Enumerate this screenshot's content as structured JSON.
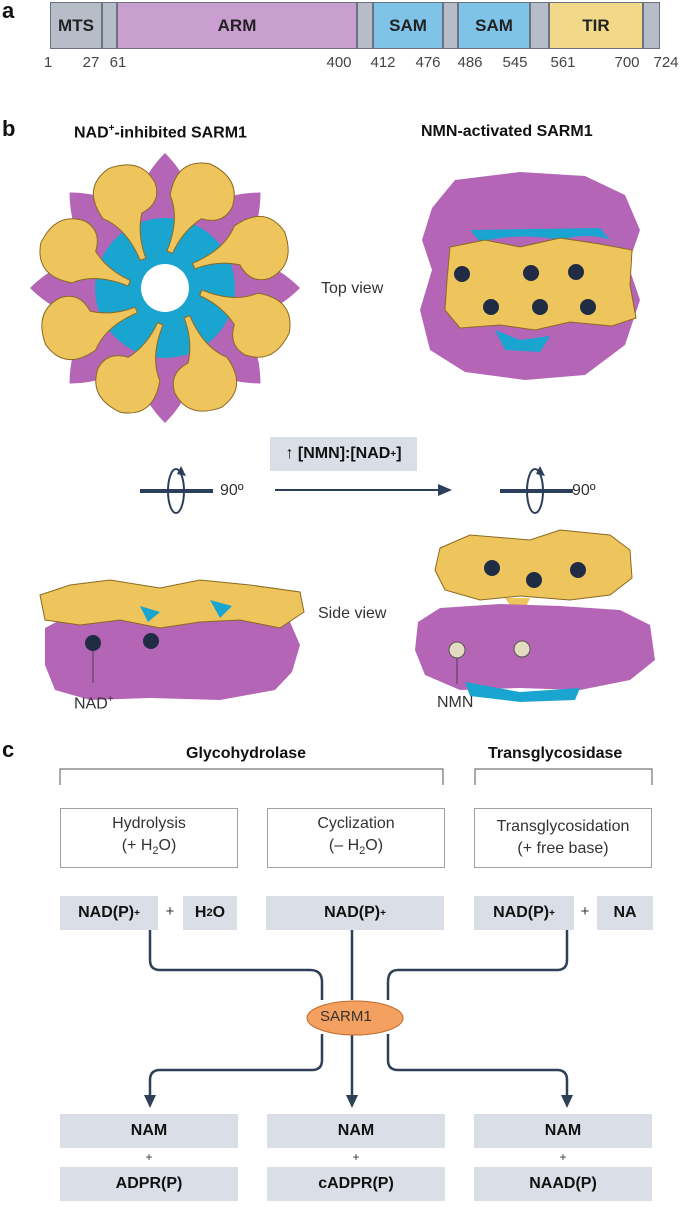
{
  "panel_a": {
    "letter": "a",
    "domains": [
      {
        "label": "MTS",
        "color": "#b6bcc8"
      },
      {
        "label": "",
        "color": "#b6bcc8"
      },
      {
        "label": "ARM",
        "color": "#c99fcf"
      },
      {
        "label": "",
        "color": "#b6bcc8"
      },
      {
        "label": "SAM",
        "color": "#7fc3e8"
      },
      {
        "label": "",
        "color": "#b6bcc8"
      },
      {
        "label": "SAM",
        "color": "#7fc3e8"
      },
      {
        "label": "",
        "color": "#b6bcc8"
      },
      {
        "label": "TIR",
        "color": "#f2d98a"
      },
      {
        "label": "",
        "color": "#b6bcc8"
      }
    ],
    "ticks": [
      "1",
      "27",
      "61",
      "400",
      "412",
      "476",
      "486",
      "545",
      "561",
      "700",
      "724"
    ]
  },
  "panel_b": {
    "letter": "b",
    "left_title_pre": "NAD",
    "left_title_sup": "+",
    "left_title_post": "-inhibited SARM1",
    "right_title": "NMN-activated SARM1",
    "top_view": "Top view",
    "side_view": "Side view",
    "condition_arrow": "↑",
    "condition_text": "[NMN]:[NAD",
    "condition_sup": "+",
    "condition_end": "]",
    "rotation_left": "90º",
    "rotation_right": "90º",
    "label_nad_base": "NAD",
    "label_nad_sup": "+",
    "label_nmn": "NMN",
    "colors": {
      "arm": "#b565b6",
      "tir": "#eec45c",
      "sam": "#1aa4d0",
      "ligand": "#1f2c44",
      "nmn": "#e3dcc0"
    }
  },
  "panel_c": {
    "letter": "c",
    "group_left": "Glycohydrolase",
    "group_right": "Transglycosidase",
    "reactions": [
      {
        "line1": "Hydrolysis",
        "line2_pre": "(+ H",
        "line2_sub": "2",
        "line2_post": "O)"
      },
      {
        "line1": "Cyclization",
        "line2_pre": "(– H",
        "line2_sub": "2",
        "line2_post": "O)"
      },
      {
        "line1": "Transglycosidation",
        "line2_pre": "(+ free base)",
        "line2_sub": "",
        "line2_post": ""
      }
    ],
    "substrates": {
      "nadp_base": "NAD(P)",
      "nadp_sup": "+",
      "water_pre": "H",
      "water_sub": "2",
      "water_post": "O",
      "na": "NA",
      "plus": "+"
    },
    "enzyme": "SARM1",
    "enzyme_color": "#f4a060",
    "products": [
      {
        "top": "NAM",
        "plus": "+",
        "bottom": "ADPR(P)"
      },
      {
        "top": "NAM",
        "plus": "+",
        "bottom": "cADPR(P)"
      },
      {
        "top": "NAM",
        "plus": "+",
        "bottom": "NAAD(P)"
      }
    ]
  }
}
